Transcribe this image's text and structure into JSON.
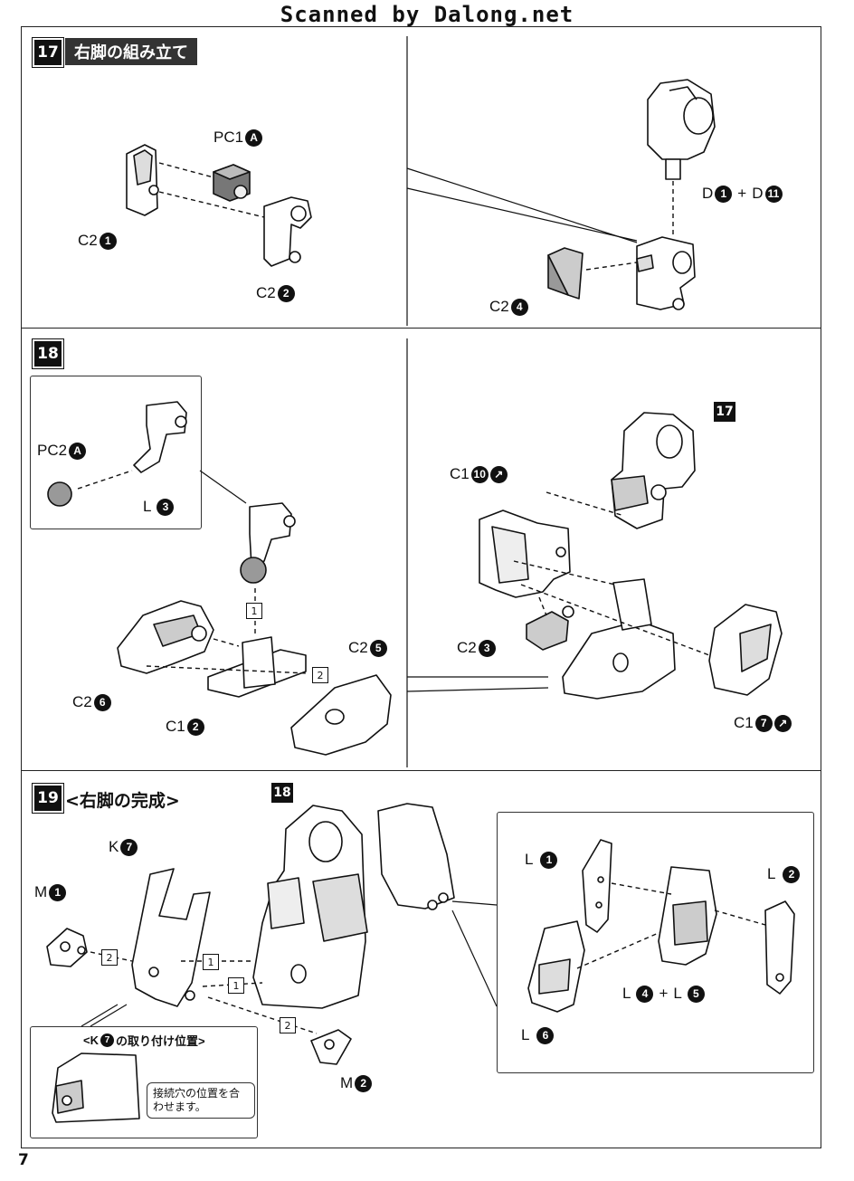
{
  "watermark": "Scanned by Dalong.net",
  "page_number": "7",
  "step17": {
    "number": "17",
    "title": "右脚の組み立て",
    "labels": {
      "pc1": "PC1",
      "pc1_tag": "A",
      "c2a": "C2",
      "c2a_n": "1",
      "c2b": "C2",
      "c2b_n": "2",
      "d": "D",
      "d_n": "1",
      "plus": "+",
      "d2": "D",
      "d2_n": "11",
      "c2c": "C2",
      "c2c_n": "4"
    }
  },
  "step18": {
    "number": "18",
    "labels": {
      "pc2": "PC2",
      "pc2_tag": "A",
      "l": "L",
      "l_n": "3",
      "c2": "C2",
      "c2_n": "5",
      "c2b": "C2",
      "c2b_n": "6",
      "c1": "C1",
      "c1_n": "2",
      "c1b": "C1",
      "c1b_n": "10",
      "c2c": "C2",
      "c2c_n": "3",
      "c1c": "C1",
      "c1c_n": "7",
      "ref17": "17",
      "box1": "1",
      "box2": "2"
    }
  },
  "step19": {
    "number": "19",
    "title": "<右脚の完成>",
    "labels": {
      "ref18": "18",
      "k": "K",
      "k_n": "7",
      "m1": "M",
      "m1_n": "1",
      "m2": "M",
      "m2_n": "2",
      "box1a": "1",
      "box1b": "1",
      "box2a": "2",
      "box2b": "2",
      "l1": "L",
      "l1_n": "1",
      "l2": "L",
      "l2_n": "2",
      "l4": "L",
      "l4_n": "4",
      "plus": "+",
      "l5": "L",
      "l5_n": "5",
      "l6": "L",
      "l6_n": "6"
    },
    "inset_title_pre": "<K",
    "inset_title_n": "7",
    "inset_title_post": "の取り付け位置>",
    "inset_note": "接続穴の位置を合わせます。"
  }
}
